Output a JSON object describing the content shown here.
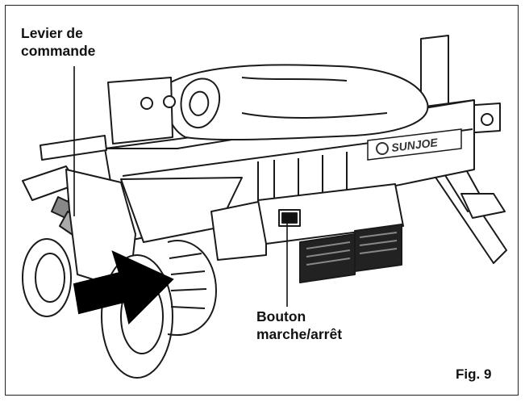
{
  "labels": {
    "lever_line1": "Levier de",
    "lever_line2": "commande",
    "button_line1": "Bouton",
    "button_line2": "marche/arrêt",
    "figure": "Fig. 9"
  },
  "brand_logo_text": "SUNJOE",
  "colors": {
    "ink": "#111111",
    "frame": "#222222",
    "background": "#ffffff"
  },
  "icons": [
    "arrow-pointer-icon",
    "log-splitter-illustration"
  ]
}
